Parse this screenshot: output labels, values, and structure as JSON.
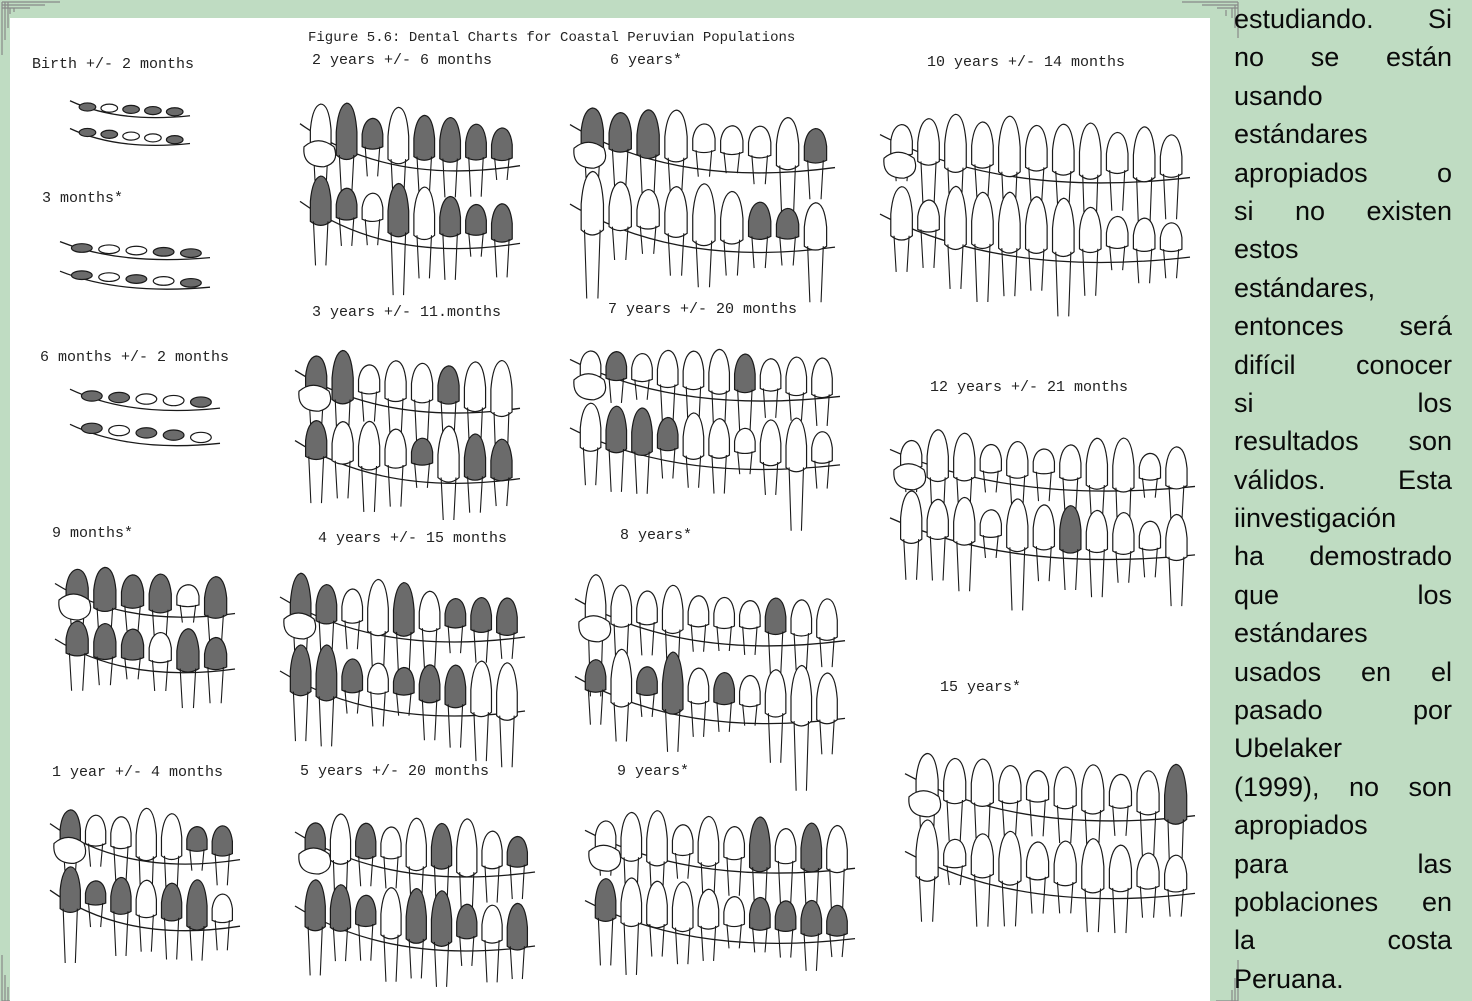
{
  "figure": {
    "title": "Figure 5.6: Dental Charts for Coastal Peruvian Populations",
    "charts": [
      {
        "label": "Birth +/- 2 months"
      },
      {
        "label": "3 months*"
      },
      {
        "label": "6 months +/- 2 months"
      },
      {
        "label": "9 months*"
      },
      {
        "label": "1 year +/- 4 months"
      },
      {
        "label": "2 years +/- 6 months"
      },
      {
        "label": "3 years +/- 11.months"
      },
      {
        "label": "4 years +/- 15 months"
      },
      {
        "label": "5 years +/- 20 months"
      },
      {
        "label": "6 years*"
      },
      {
        "label": "7 years +/- 20 months"
      },
      {
        "label": "8 years*"
      },
      {
        "label": "9 years*"
      },
      {
        "label": "10 years +/- 14 months"
      },
      {
        "label": "12 years +/- 21 months"
      },
      {
        "label": "15 years*"
      }
    ]
  },
  "body_text": {
    "lines": [
      "estudiando. Si",
      "no se están",
      "usando",
      "estándares",
      "apropiados o",
      "si no existen",
      "estos",
      "estándares,",
      "entonces será",
      "difícil conocer",
      "si los",
      "resultados son",
      "válidos. Esta",
      "iinvestigación",
      "ha demostrado",
      "que los",
      "estándares",
      "usados en el",
      "pasado por",
      "Ubelaker",
      "(1999), no son",
      "apropiados",
      "para las",
      "poblaciones en",
      "la costa",
      "Peruana."
    ]
  },
  "colors": {
    "background": "#bfdcc2",
    "panel": "#ffffff",
    "ink": "#1a1a1a",
    "tooth_shade": "#6b6b6b"
  }
}
